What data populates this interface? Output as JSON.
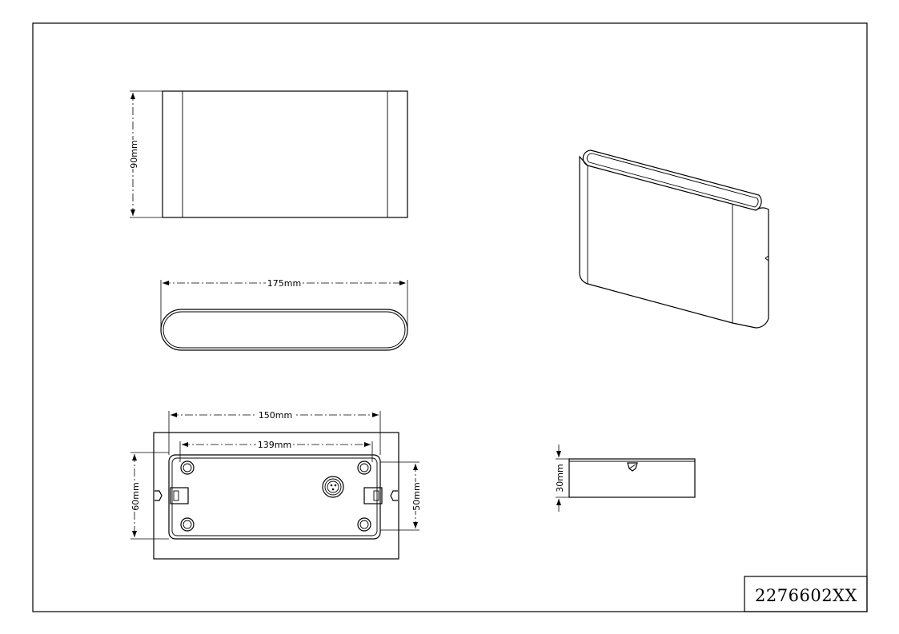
{
  "dimensions": {
    "front_height": "90mm",
    "top_length": "175mm",
    "mount_outer_width": "150mm",
    "mount_inner_width": "139mm",
    "mount_outer_height": "60mm",
    "mount_inner_height": "50mm",
    "side_depth": "30mm"
  },
  "title_block": {
    "product_code": "2276602XX"
  }
}
